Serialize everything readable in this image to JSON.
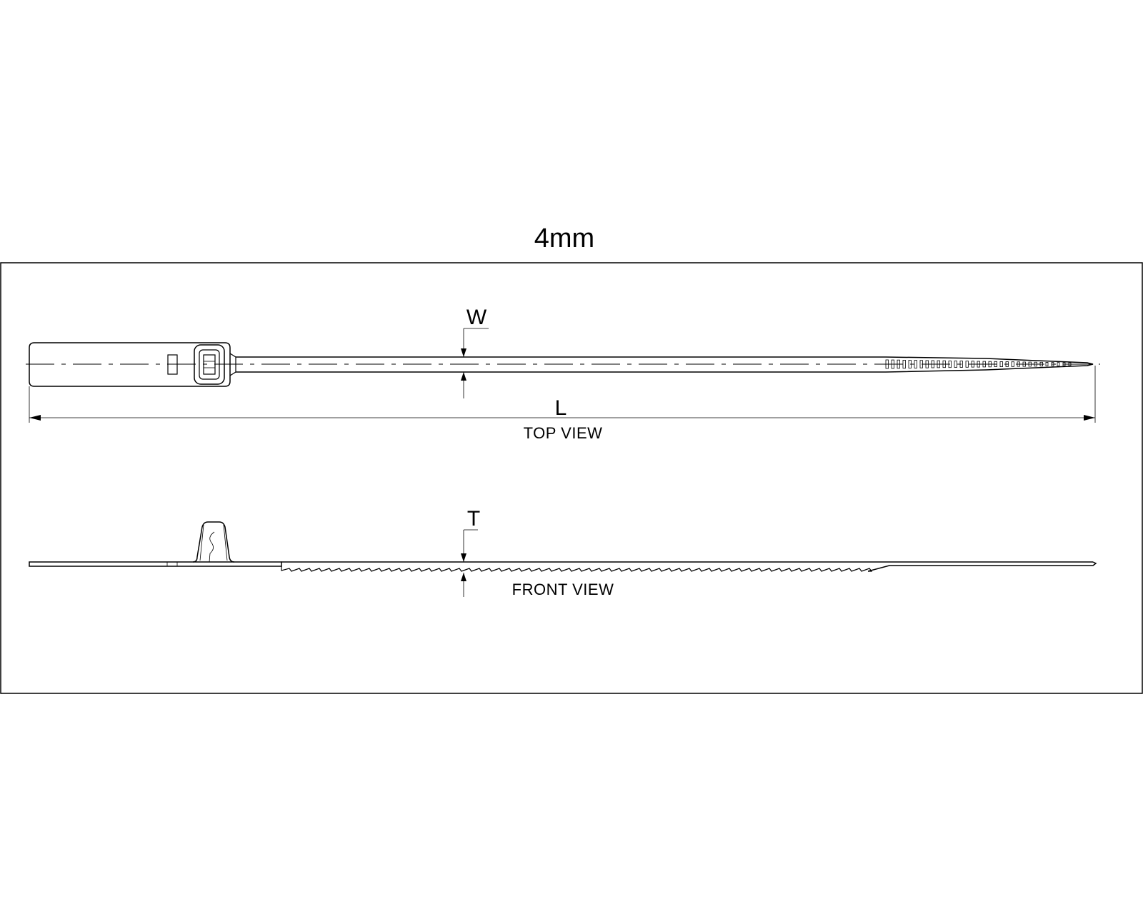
{
  "title": "4mm",
  "top_view": {
    "caption": "TOP VIEW",
    "width_label": "W",
    "length_label": "L"
  },
  "front_view": {
    "caption": "FRONT VIEW",
    "thickness_label": "T"
  },
  "colors": {
    "line": "#000000",
    "background": "#ffffff"
  }
}
